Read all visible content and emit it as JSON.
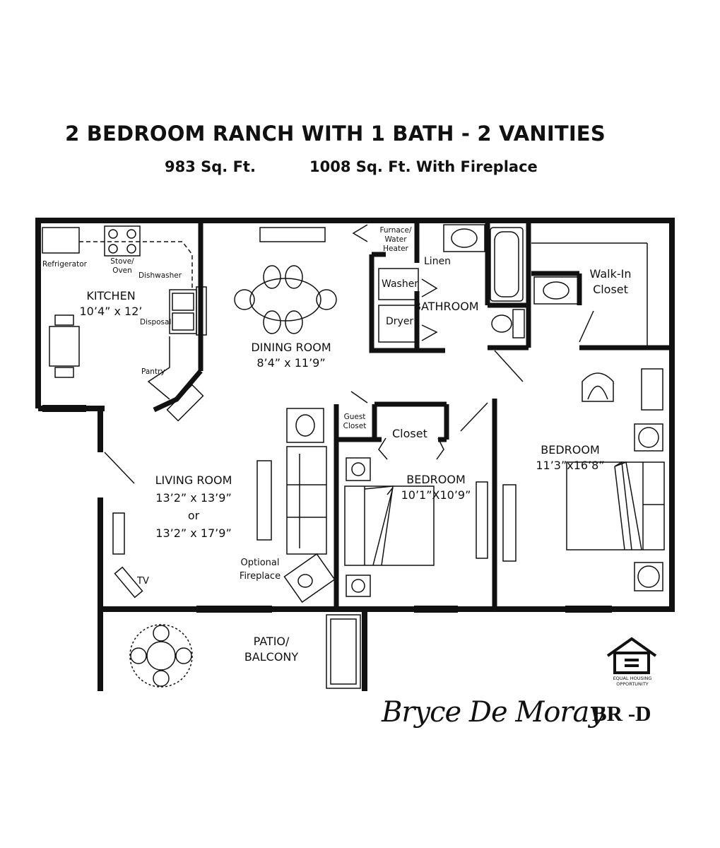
{
  "header": {
    "title": "2 BEDROOM RANCH WITH 1 BATH - 2 VANITIES",
    "sqft": "983 Sq. Ft.",
    "sqft_fireplace": "1008 Sq. Ft. With Fireplace"
  },
  "rooms": {
    "kitchen": {
      "name": "KITCHEN",
      "size": "10’4” x 12’"
    },
    "dining": {
      "name": "DINING ROOM",
      "size": "8’4” x 11’9”"
    },
    "bathroom": {
      "name": "BATHROOM"
    },
    "walkin": {
      "line1": "Walk-In",
      "line2": "Closet"
    },
    "living": {
      "name": "LIVING ROOM",
      "size1": "13’2” x 13’9”",
      "or": "or",
      "size2": "13’2” x 17’9”"
    },
    "bedroom1": {
      "name": "BEDROOM",
      "size": "10’1”X10’9”"
    },
    "bedroom2": {
      "name": "BEDROOM",
      "size": "11’3”x16’8”"
    },
    "closet": {
      "name": "Closet"
    },
    "patio": {
      "line1": "PATIO/",
      "line2": "BALCONY"
    }
  },
  "labels": {
    "refrigerator": "Refrigerator",
    "stove_line1": "Stove/",
    "stove_line2": "Oven",
    "dishwasher": "Dishwasher",
    "disposal": "Disposal",
    "pantry": "Pantry",
    "furnace_line1": "Furnace/",
    "furnace_line2": "Water",
    "furnace_line3": "Heater",
    "linen": "Linen",
    "washer": "Washer",
    "dryer": "Dryer",
    "guest_closet_line1": "Guest",
    "guest_closet_line2": "Closet",
    "fireplace_line1": "Optional",
    "fireplace_line2": "Fireplace",
    "tv": "TV"
  },
  "footer": {
    "brand": "Bryce De Moray",
    "plan_code": "BR -D",
    "eho_line1": "EQUAL HOUSING",
    "eho_line2": "OPPORTUNITY"
  },
  "icons": {
    "equal_housing": "equal-housing-opportunity-icon"
  }
}
